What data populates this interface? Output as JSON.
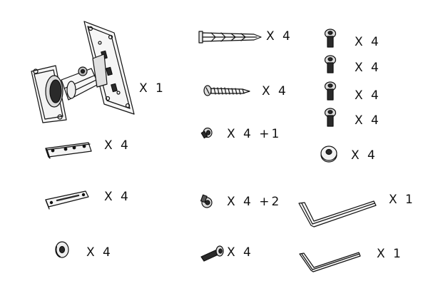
{
  "quantities": {
    "wall_mount": "X 1",
    "spacer_bar_flat": "X 4",
    "spacer_bar_slotted": "X 4",
    "washer_small": "X 4",
    "wall_plug": "X 4",
    "wood_screw": "X 4",
    "short_screw_a": "X 4 +1",
    "short_screw_b": "X 4 +2",
    "bolt_short": "X 4",
    "socket_screw_1": "X 4",
    "socket_screw_2": "X 4",
    "socket_screw_3": "X 4",
    "socket_screw_4": "X 4",
    "round_spacer": "X 4",
    "hex_key_large": "X 1",
    "hex_key_small": "X 1"
  },
  "colors": {
    "line": "#111111",
    "fill_light": "#f2f2f2",
    "fill_mid": "#bdbdbd",
    "fill_dark": "#2a2a2a"
  }
}
